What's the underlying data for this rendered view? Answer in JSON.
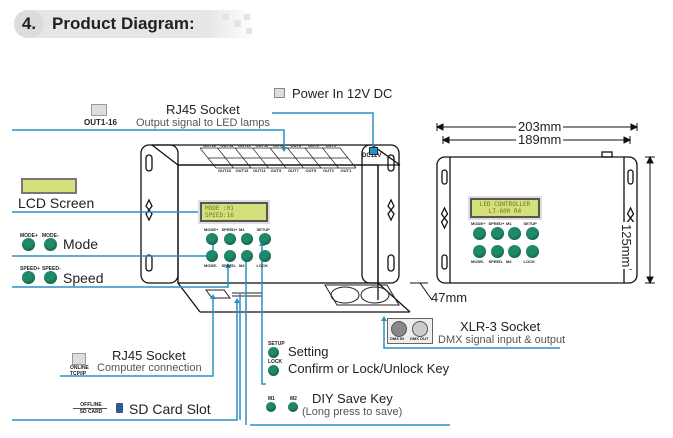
{
  "header": {
    "number": "4.",
    "title": "Product Diagram:"
  },
  "labels": {
    "rj45_out_icon_label": "OUT1-16",
    "rj45_out_title": "RJ45 Socket",
    "rj45_out_sub": "Output signal to LED lamps",
    "power_title": "Power In 12V DC",
    "lcd_title": "LCD Screen",
    "mode_title": "Mode",
    "mode_btn_plus": "MODE+",
    "mode_btn_minus": "MODE-",
    "speed_title": "Speed",
    "speed_btn_plus": "SPEED+",
    "speed_btn_minus": "SPEED-",
    "rj45_pc_title": "RJ45 Socket",
    "rj45_pc_sub": "Computer connection",
    "rj45_pc_icon_label": "ONLINE TCP/IP",
    "sd_title": "SD Card Slot",
    "sd_icon_label": "OFFLINE SD CARD",
    "setting_title": "Setting",
    "setting_btn": "SETUP",
    "confirm_title": "Confirm or Lock/Unlock Key",
    "lock_btn": "LOCK",
    "diy_title": "DIY Save Key",
    "diy_sub": "(Long press to save)",
    "m1": "M1",
    "m2": "M2",
    "xlr_title": "XLR-3 Socket",
    "xlr_sub": "DMX signal input & output",
    "dmx_in": "DMX IN",
    "dmx_out": "DMX OUT",
    "dc_label": "DC12V"
  },
  "device_front": {
    "lcd_line1": "MODE :01",
    "lcd_line2": "SPEED:16",
    "buttons_top": [
      "MODE+",
      "SPEED+",
      "M1",
      "SETUP"
    ],
    "buttons_bottom": [
      "MODE-",
      "SPEED-",
      "M2",
      "LOCK"
    ],
    "out_ports_top": [
      "OUT16",
      "OUT14",
      "OUT12",
      "OUT10",
      "OUT8",
      "OUT6",
      "OUT4",
      "OUT2"
    ],
    "out_ports_bottom": [
      "OUT15",
      "OUT13",
      "OUT11",
      "OUT9",
      "OUT7",
      "OUT5",
      "OUT3",
      "OUT1"
    ]
  },
  "device_top": {
    "lcd_line1": "LED CONTROLLER",
    "lcd_line2": "LT-600 R4",
    "buttons_top": [
      "MODE+",
      "SPEED+",
      "M1",
      "SETUP"
    ],
    "buttons_bottom": [
      "MODE-",
      "SPEED-",
      "M2",
      "LOCK"
    ]
  },
  "dimensions": {
    "outer_width": "203mm",
    "inner_width": "189mm",
    "height": "125mm",
    "depth": "47mm"
  },
  "colors": {
    "leader_line": "#2a8fc4",
    "button": "#1f8a6b",
    "lcd": "#d6e07a"
  }
}
